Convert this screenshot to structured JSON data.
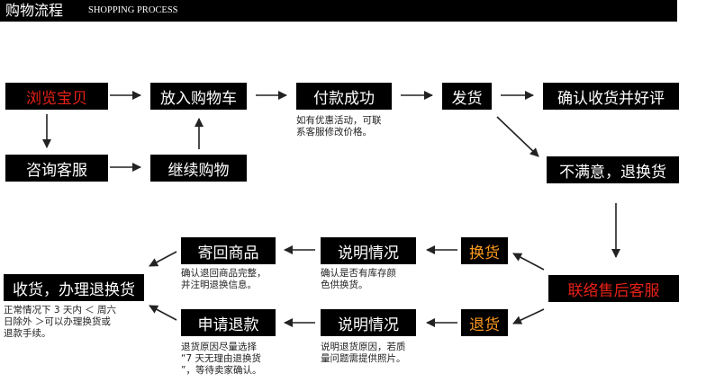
{
  "header": {
    "title": "购物流程",
    "subtitle": "SHOPPING PROCESS"
  },
  "colors": {
    "box_bg": "#000000",
    "highlight_red": "#e62117",
    "highlight_orange": "#ff9a1e"
  },
  "boxes": {
    "browse": "浏览宝贝",
    "cart": "放入购物车",
    "pay": "付款成功",
    "ship": "发货",
    "confirm": "确认收货并好评",
    "consult": "咨询客服",
    "continue_shop": "继续购物",
    "unsatisfied": "不满意，退换货",
    "contact_service": "联络售后客服",
    "send_back": "寄回商品",
    "explain_top": "说明情况",
    "exchange": "换货",
    "receive": "收货，办理退换货",
    "apply_refund": "申请退款",
    "explain_bottom": "说明情况",
    "refund": "退货"
  },
  "notes": {
    "pay": "如有优惠活动，可联\n系客服修改价格。",
    "send_back": "确认退回商品完整，\n并注明退换信息。",
    "exchange": "确认是否有库存颜\n色供换货。",
    "receive": "正常情况下 3 天内 ＜ 周六\n日除外 ＞可以办理换货或\n退款手续。",
    "apply_refund": "退货原因尽量选择\n“7 天无理由退换货\n”，等待卖家确认。",
    "refund": "说明退货原因，若质\n量问题需提供照片。"
  }
}
